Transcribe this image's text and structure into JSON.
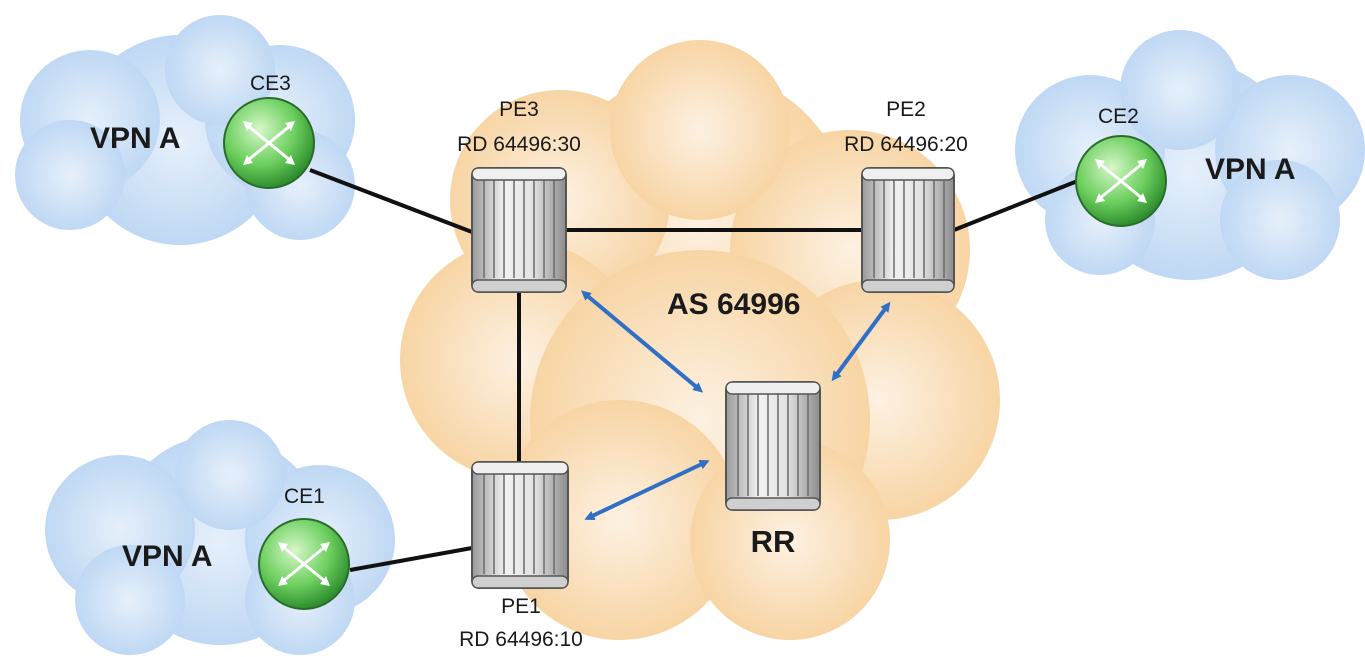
{
  "colors": {
    "customer_cloud": "#c5dcf5",
    "provider_cloud": "#f8d7a8",
    "ce_router": "#5fcf5f",
    "pe_router": "#dcdcdc",
    "link": "#111111",
    "session_arrow": "#2f6fc6"
  },
  "provider": {
    "as_label": "AS 64996"
  },
  "customer_sites": [
    {
      "vpn_label": "VPN A",
      "ce_label": "CE3"
    },
    {
      "vpn_label": "VPN A",
      "ce_label": "CE2"
    },
    {
      "vpn_label": "VPN A",
      "ce_label": "CE1"
    }
  ],
  "pe_routers": [
    {
      "name": "PE3",
      "rd": "RD 64496:30"
    },
    {
      "name": "PE2",
      "rd": "RD 64496:20"
    },
    {
      "name": "PE1",
      "rd": "RD 64496:10"
    }
  ],
  "route_reflector": {
    "label": "RR"
  },
  "icons": {
    "ce": "router-icon",
    "pe": "pe-router-icon",
    "rr": "route-reflector-icon"
  }
}
